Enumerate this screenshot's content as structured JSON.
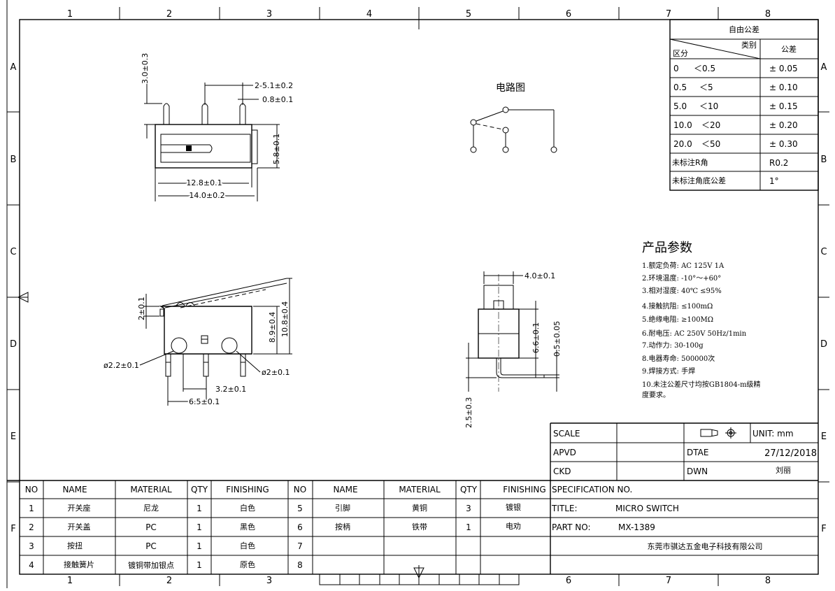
{
  "grid": {
    "columns": [
      "1",
      "2",
      "3",
      "4",
      "5",
      "6",
      "7",
      "8"
    ],
    "rows": [
      "A",
      "B",
      "C",
      "D",
      "E",
      "F"
    ]
  },
  "dims": {
    "d1": "3.0±0.3",
    "d2": "2-5.1±0.2",
    "d3": "0.8±0.1",
    "d4": "5.8±0.1",
    "d5": "12.8±0.1",
    "d6": "14.0±0.2",
    "d7": "2±0.1",
    "d8": "8.9±0.4",
    "d9": "10.8±0.4",
    "d10": "ø2.2±0.1",
    "d11": "ø2±0.1",
    "d12": "3.2±0.1",
    "d13": "6.5±0.1",
    "d14": "4.0±0.1",
    "d15": "6.6±0.1",
    "d16": "0.5±0.05",
    "d17": "2.5±0.3"
  },
  "circuit": {
    "title": "电路图"
  },
  "tolerance": {
    "title": "自由公差",
    "header_category": "类别",
    "header_range": "区分",
    "header_tol": "公差",
    "rows": [
      {
        "from": "0",
        "to": "＜0.5",
        "tol": "± 0.05"
      },
      {
        "from": "0.5",
        "to": "＜5",
        "tol": "± 0.10"
      },
      {
        "from": "5.0",
        "to": "＜10",
        "tol": "± 0.15"
      },
      {
        "from": "10.0",
        "to": "＜20",
        "tol": "± 0.20"
      },
      {
        "from": "20.0",
        "to": "＜50",
        "tol": "± 0.30"
      }
    ],
    "r_label": "未标注R角",
    "r_value": "R0.2",
    "angle_label": "未标注角底公差",
    "angle_value": "1°"
  },
  "params": {
    "title": "产品参数",
    "items": [
      "1.额定负荷:  AC 125V 1A",
      "2.环境温度:  -10°～+60°",
      "3.相对湿度:  40℃ ≤95%",
      "4.接触抗阻:  ≤100mΩ",
      "5.绝缘电阻:  ≥100MΩ",
      "6.耐电压:    AC 250V 50Hz/1min",
      "7.动作力:    30-100g",
      "8.电器寿命:  500000次",
      "9.焊接方式:  手焊",
      "10.未注公差尺寸均按GB1804-m级精",
      "度要求。"
    ]
  },
  "titleblock": {
    "scale_label": "SCALE",
    "unit_label": "UNIT: mm",
    "apvd_label": "APVD",
    "date_label": "DTAE",
    "date_value": "27/12/2018",
    "ckd_label": "CKD",
    "dwn_label": "DWN",
    "dwn_value": "刘丽",
    "spec_label": "SPECIFICATION NO.",
    "title_label": "TITLE:",
    "title_value": "MICRO SWITCH",
    "part_label": "PART NO:",
    "part_value": "MX-1389",
    "company": "东莞市骐达五金电子科技有限公司"
  },
  "bom": {
    "headers": [
      "NO",
      "NAME",
      "MATERIAL",
      "QTY",
      "FINISHING",
      "NO",
      "NAME",
      "MATERIAL",
      "QTY",
      "FINISHING"
    ],
    "rows": [
      [
        "1",
        "开关座",
        "尼龙",
        "1",
        "白色",
        "5",
        "引脚",
        "黄铜",
        "3",
        "镀银"
      ],
      [
        "2",
        "开关盖",
        "PC",
        "1",
        "黑色",
        "6",
        "按柄",
        "铁带",
        "1",
        "电劝"
      ],
      [
        "3",
        "按扭",
        "PC",
        "1",
        "白色",
        "7",
        "",
        "",
        "",
        ""
      ],
      [
        "4",
        "接触簧片",
        "镀铜带加银点",
        "1",
        "原色",
        "8",
        "",
        "",
        "",
        ""
      ]
    ]
  }
}
